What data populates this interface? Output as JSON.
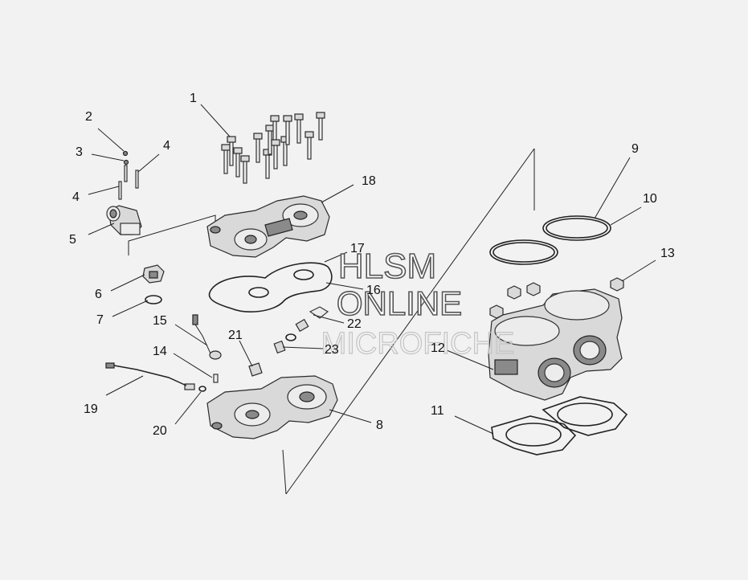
{
  "callouts": [
    {
      "id": "c1",
      "text": "1"
    },
    {
      "id": "c2",
      "text": "2"
    },
    {
      "id": "c3",
      "text": "3"
    },
    {
      "id": "c4a",
      "text": "4"
    },
    {
      "id": "c4b",
      "text": "4"
    },
    {
      "id": "c5",
      "text": "5"
    },
    {
      "id": "c6",
      "text": "6"
    },
    {
      "id": "c7",
      "text": "7"
    },
    {
      "id": "c8",
      "text": "8"
    },
    {
      "id": "c9",
      "text": "9"
    },
    {
      "id": "c10",
      "text": "10"
    },
    {
      "id": "c11",
      "text": "11"
    },
    {
      "id": "c12",
      "text": "12"
    },
    {
      "id": "c13",
      "text": "13"
    },
    {
      "id": "c14",
      "text": "14"
    },
    {
      "id": "c15",
      "text": "15"
    },
    {
      "id": "c16",
      "text": "16"
    },
    {
      "id": "c17",
      "text": "17"
    },
    {
      "id": "c18",
      "text": "18"
    },
    {
      "id": "c19",
      "text": "19"
    },
    {
      "id": "c20",
      "text": "20"
    },
    {
      "id": "c21",
      "text": "21"
    },
    {
      "id": "c22",
      "text": "22"
    },
    {
      "id": "c23",
      "text": "23"
    }
  ],
  "watermark": {
    "line1": "HLSM",
    "line2": "ONLINE",
    "line3": "MICROFICHE"
  },
  "colors": {
    "background": "#f2f2f2",
    "ink": "#111111",
    "watermark_main": "#555555",
    "watermark_faint": "#c4c4c4"
  }
}
